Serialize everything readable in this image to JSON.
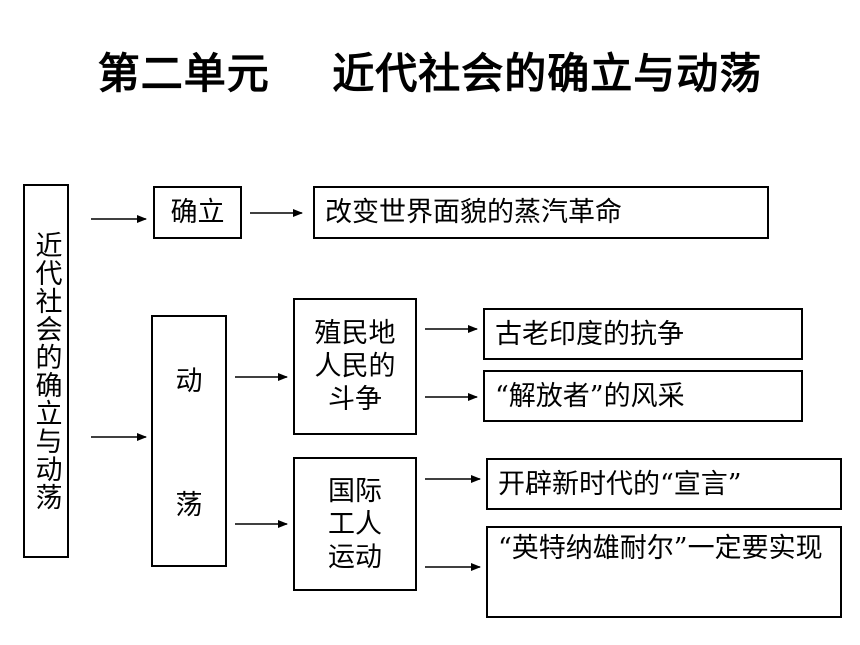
{
  "title": "第二单元    近代社会的确立与动荡",
  "root": "近代社会的确立与动荡",
  "establish": {
    "label": "确立",
    "child": "改变世界面貌的蒸汽革命"
  },
  "turmoil": {
    "label_line1": "动",
    "label_line2": "荡",
    "colonial": {
      "lines": [
        "殖民地",
        "人民的",
        "斗争"
      ],
      "children": [
        "古老印度的抗争",
        "“解放者”的风采"
      ]
    },
    "labor": {
      "lines": [
        "国际",
        "工人",
        "运动"
      ],
      "children": [
        "开辟新时代的“宣言”",
        "“英特纳雄耐尔”一定要实现"
      ]
    }
  }
}
